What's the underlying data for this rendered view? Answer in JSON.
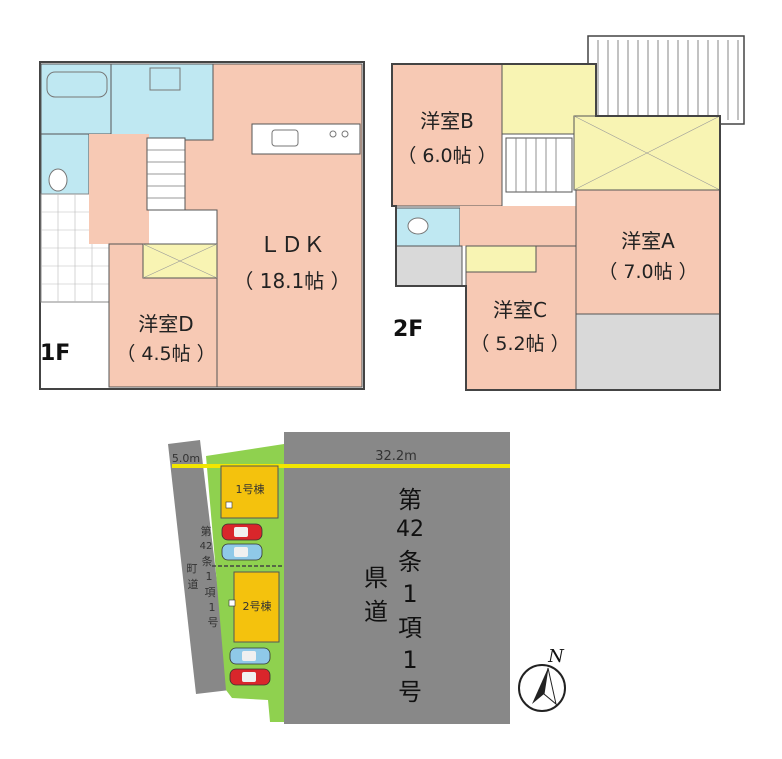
{
  "floor1": {
    "tag": "1F",
    "ldk_name": "ＬＤＫ",
    "ldk_size": "（ 18.1帖 ）",
    "room_d_name": "洋室D",
    "room_d_size": "（ 4.5帖 ）"
  },
  "floor2": {
    "tag": "2F",
    "room_a_name": "洋室A",
    "room_a_size": "（ 7.0帖 ）",
    "room_b_name": "洋室B",
    "room_b_size": "（ 6.0帖 ）",
    "room_c_name": "洋室C",
    "room_c_size": "（ 5.2帖 ）"
  },
  "site": {
    "town_road_width": "5.0m",
    "prefectural_road_width": "32.2m",
    "building1": "1号棟",
    "building2": "2号棟",
    "town_road_label": [
      "第",
      "42",
      "条",
      "1",
      "項",
      "1",
      "号"
    ],
    "town_road_name": [
      "町",
      "道"
    ],
    "pref_road_label": [
      "第",
      "42",
      "条",
      "1",
      "項",
      "1",
      "号"
    ],
    "pref_road_name": [
      "県",
      "道"
    ],
    "north": "N"
  },
  "colors": {
    "room_pink": "#f7c9b4",
    "wet_cyan": "#bfe8f2",
    "storage_yellow": "#f8f4b3",
    "balcony_gray": "#d9d9d9",
    "road_gray": "#888888",
    "lot_green": "#8fd14f",
    "house_yellow": "#f4c20d",
    "road_line_yellow": "#f2e600"
  }
}
